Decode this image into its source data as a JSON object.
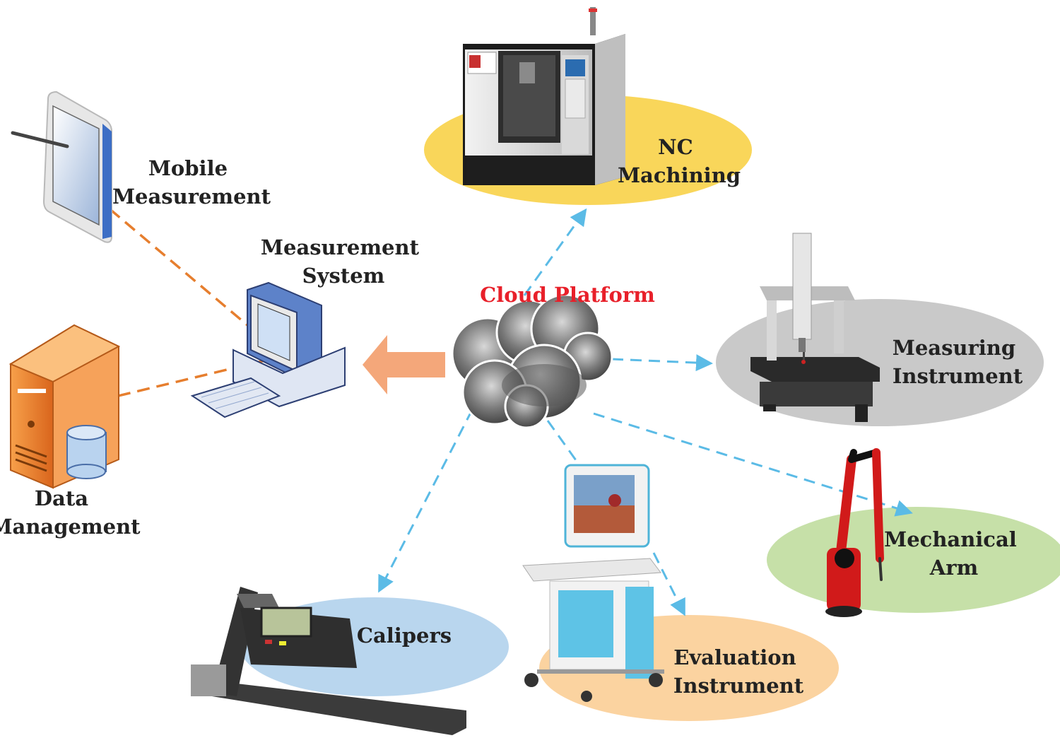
{
  "diagram": {
    "center": {
      "label": "Cloud Platform",
      "icon": "cloud-icon"
    },
    "nodes": [
      {
        "id": "nc",
        "lines": [
          "NC",
          "Machining"
        ],
        "icon": "cnc-machine-icon",
        "ellipse_color": "#f9d65a"
      },
      {
        "id": "measuring",
        "lines": [
          "Measuring",
          "Instrument"
        ],
        "icon": "cmm-machine-icon",
        "ellipse_color": "#c9c9c9"
      },
      {
        "id": "arm",
        "lines": [
          "Mechanical",
          "Arm"
        ],
        "icon": "robotic-arm-icon",
        "ellipse_color": "#c6e0a8"
      },
      {
        "id": "eval",
        "lines": [
          "Evaluation",
          "Instrument"
        ],
        "icon": "kiosk-icon",
        "ellipse_color": "#fbd3a0"
      },
      {
        "id": "calipers",
        "lines": [
          "Calipers"
        ],
        "icon": "caliper-icon",
        "ellipse_color": "#b9d6ee"
      },
      {
        "id": "system",
        "lines": [
          "Measurement",
          "System"
        ],
        "icon": "computer-icon"
      },
      {
        "id": "mobile",
        "lines": [
          "Mobile",
          "Measurement"
        ],
        "icon": "tablet-icon"
      },
      {
        "id": "data",
        "lines": [
          "Data",
          "Management"
        ],
        "icon": "server-icon"
      }
    ],
    "colors": {
      "cloud_arrows": "#5bbbe6",
      "system_arrows": "#e67e2e",
      "big_arrow": "#f4a77a",
      "cloud_label": "#e8202a"
    }
  }
}
